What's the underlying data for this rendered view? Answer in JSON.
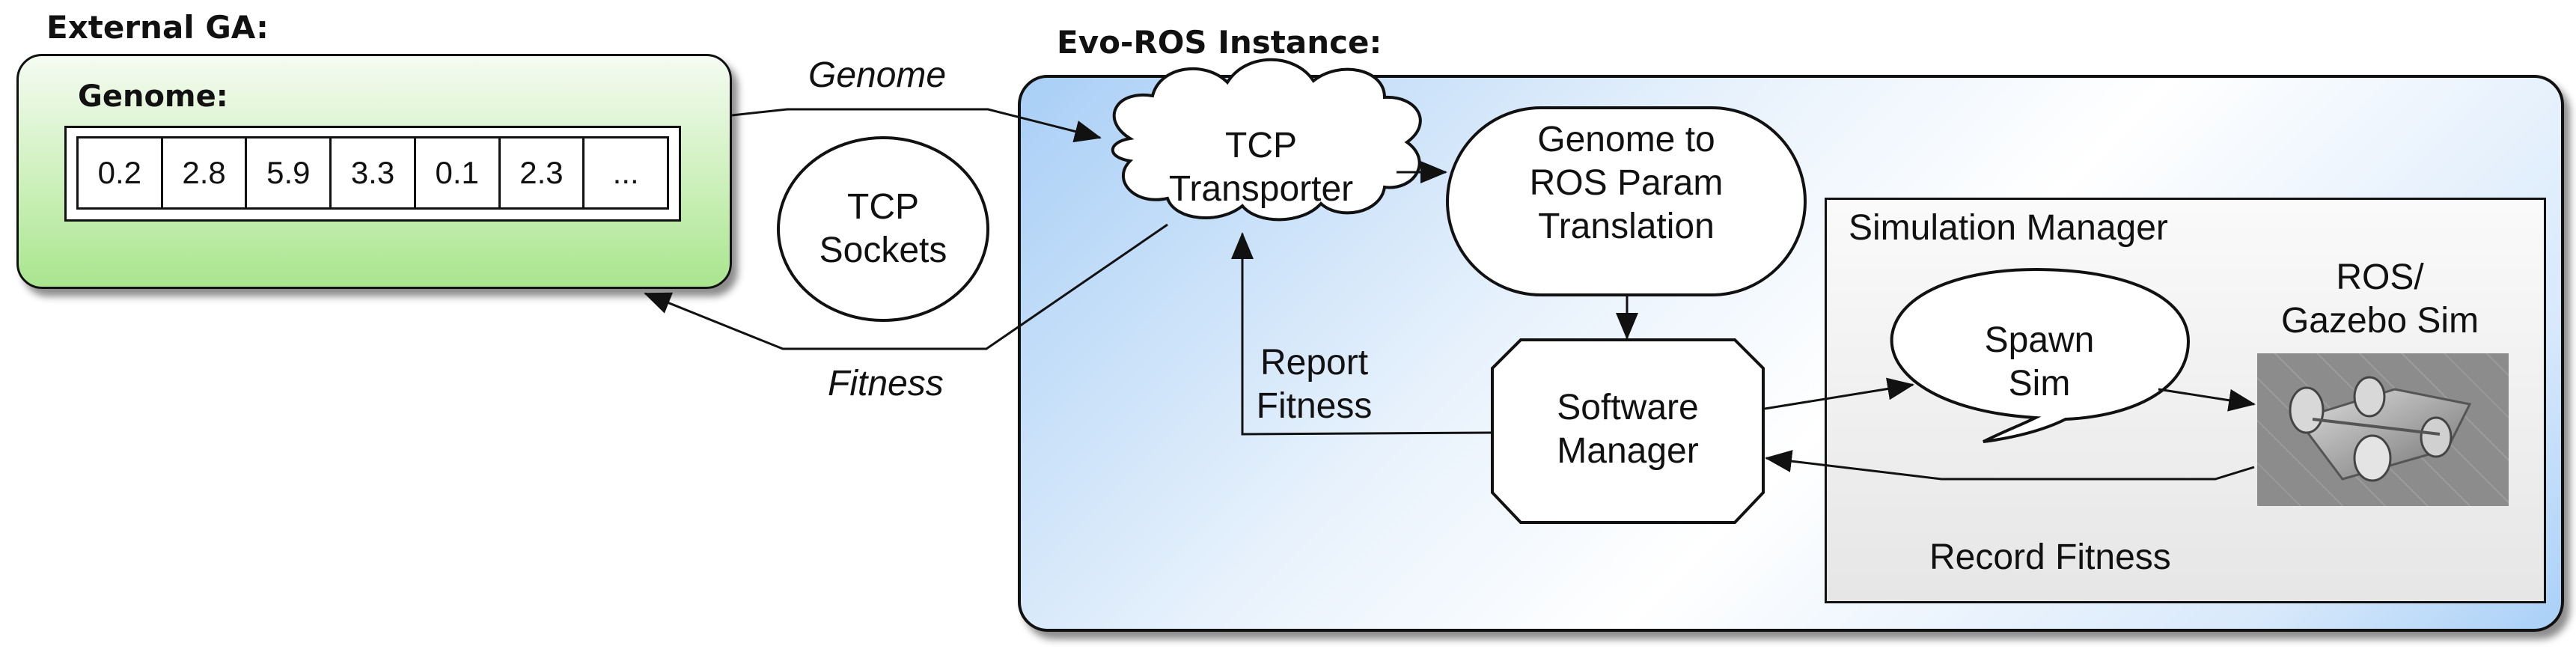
{
  "external_ga": {
    "title": "External GA:",
    "genome_label": "Genome:",
    "genome_values": [
      "0.2",
      "2.8",
      "5.9",
      "3.3",
      "0.1",
      "2.3",
      "..."
    ]
  },
  "tcp_sockets": {
    "line1": "TCP",
    "line2": "Sockets"
  },
  "edges": {
    "genome": "Genome",
    "fitness": "Fitness",
    "report_fitness_1": "Report",
    "report_fitness_2": "Fitness",
    "record_fitness": "Record Fitness"
  },
  "evo_ros": {
    "title": "Evo-ROS Instance:",
    "tcp_transporter": {
      "line1": "TCP",
      "line2": "Transporter"
    },
    "genome_translation": {
      "line1": "Genome to",
      "line2": "ROS Param",
      "line3": "Translation"
    },
    "software_manager": {
      "line1": "Software",
      "line2": "Manager"
    },
    "simulation_manager": {
      "title": "Simulation Manager",
      "spawn_sim": {
        "line1": "Spawn",
        "line2": "Sim"
      },
      "gazebo": {
        "line1": "ROS/",
        "line2": "Gazebo Sim"
      }
    }
  }
}
